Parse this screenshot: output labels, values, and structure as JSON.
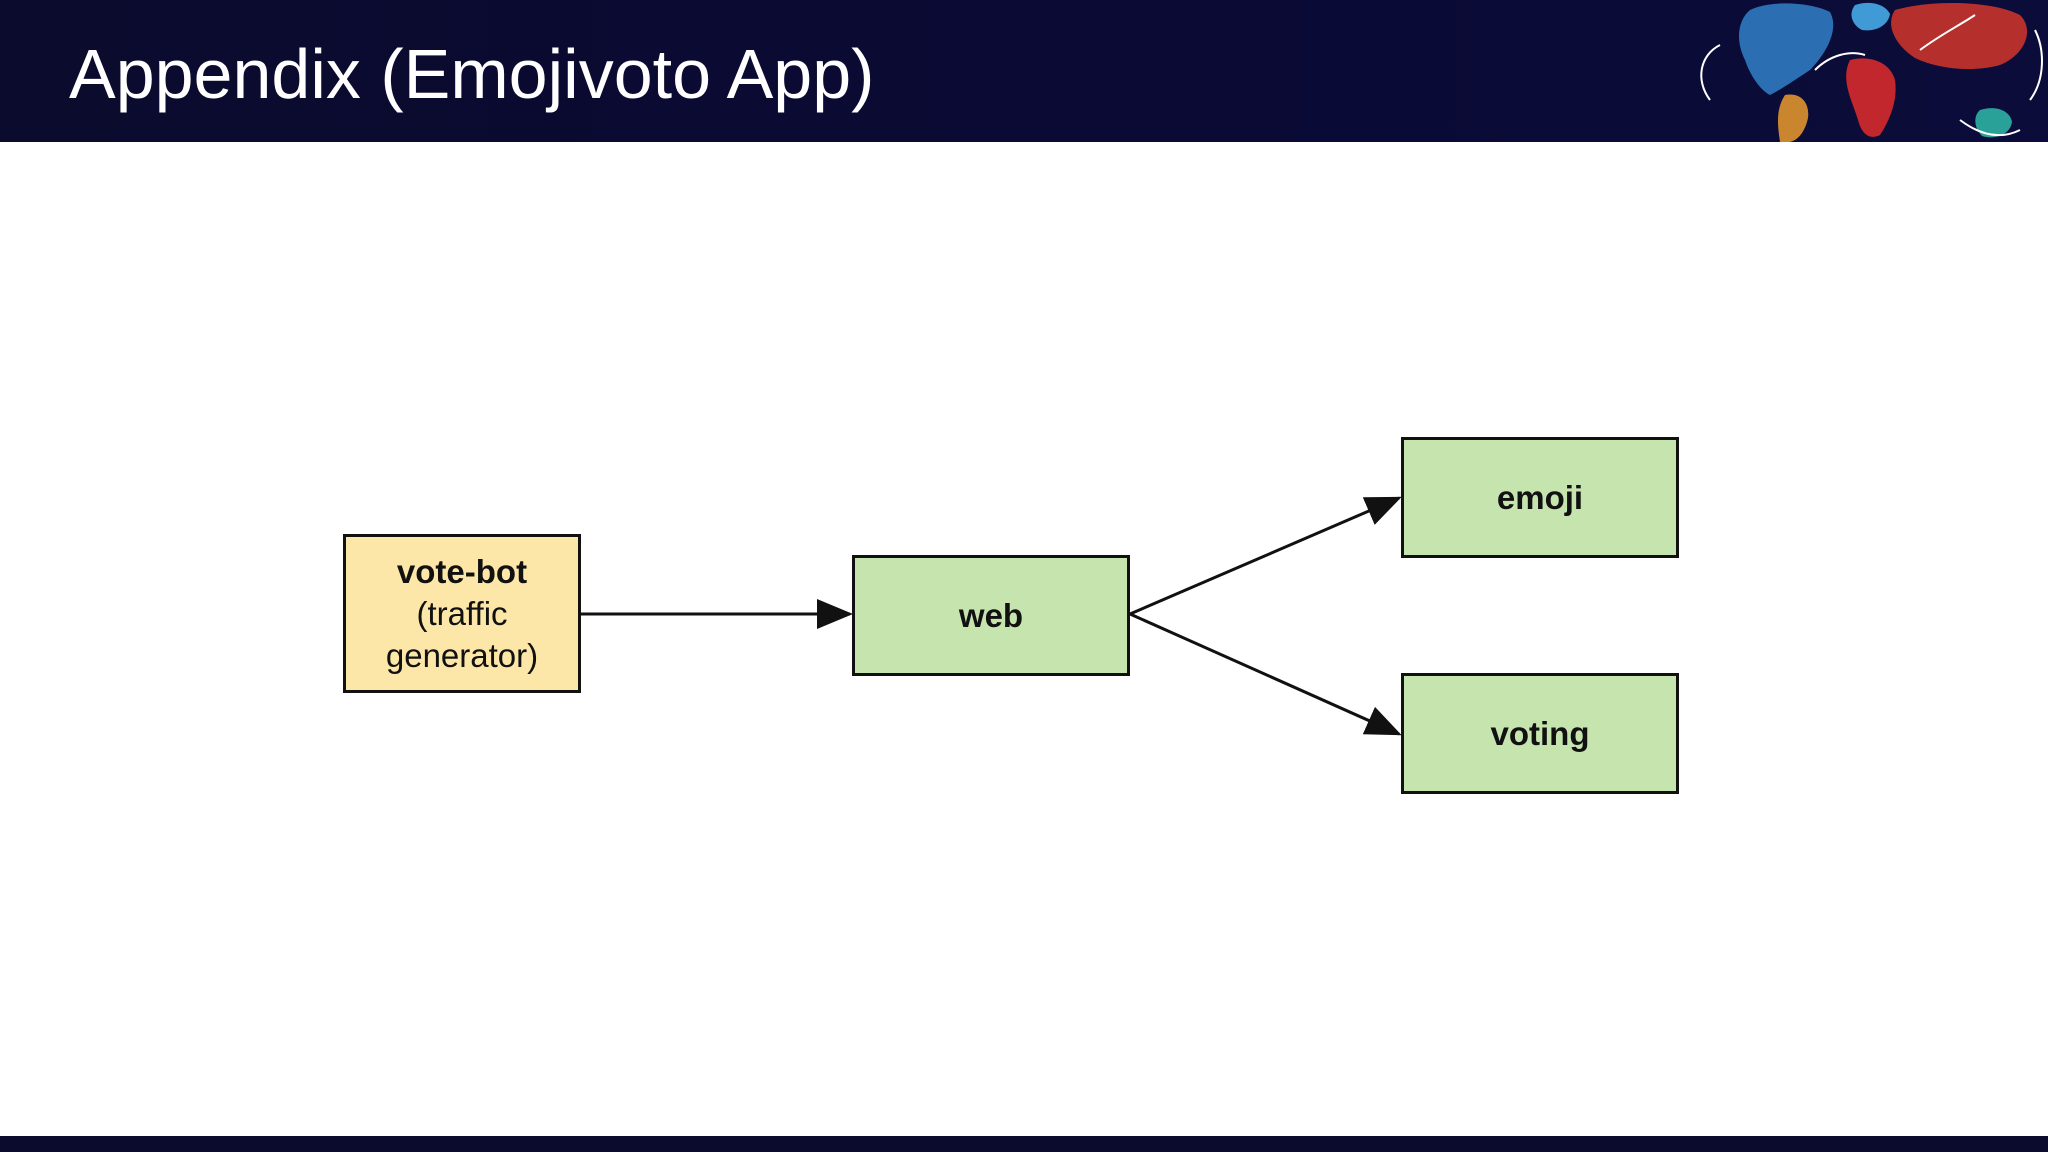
{
  "header": {
    "title": "Appendix (Emojivoto App)"
  },
  "diagram": {
    "nodes": [
      {
        "id": "vote-bot",
        "title": "vote-bot",
        "subtitle": "(traffic generator)",
        "color": "#fde7a8"
      },
      {
        "id": "web",
        "title": "web",
        "color": "#c6e4ad"
      },
      {
        "id": "emoji",
        "title": "emoji",
        "color": "#c6e4ad"
      },
      {
        "id": "voting",
        "title": "voting",
        "color": "#c6e4ad"
      }
    ],
    "edges": [
      {
        "from": "vote-bot",
        "to": "web"
      },
      {
        "from": "web",
        "to": "emoji"
      },
      {
        "from": "web",
        "to": "voting"
      }
    ]
  },
  "colors": {
    "header_bg": "#0b0b2e",
    "node_border": "#111111"
  }
}
